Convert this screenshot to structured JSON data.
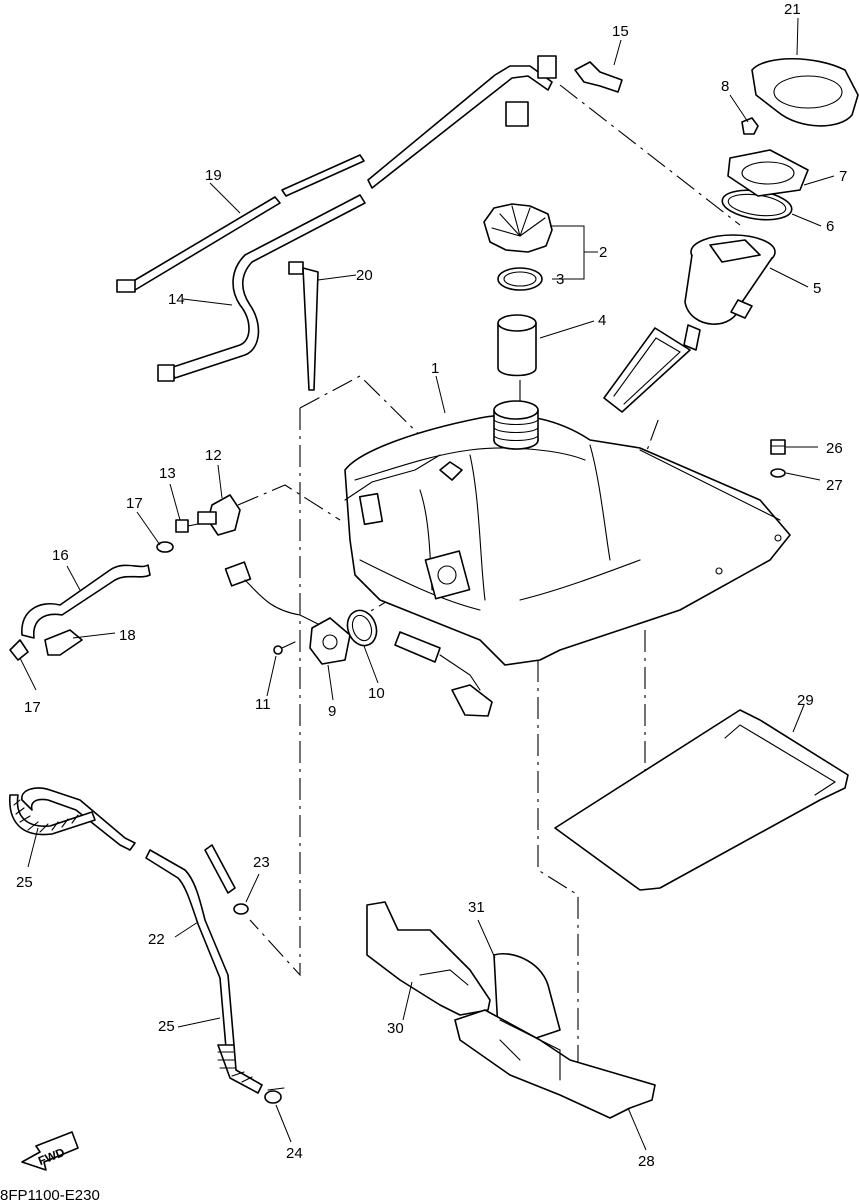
{
  "diagram": {
    "drawing_code": "8FP1100-E230",
    "direction_label": "FWD",
    "callouts": [
      "1",
      "2",
      "3",
      "4",
      "5",
      "6",
      "7",
      "8",
      "9",
      "10",
      "11",
      "12",
      "13",
      "14",
      "15",
      "16",
      "17",
      "17",
      "18",
      "19",
      "20",
      "21",
      "22",
      "23",
      "24",
      "25",
      "25",
      "26",
      "27",
      "28",
      "29",
      "30",
      "31"
    ]
  }
}
